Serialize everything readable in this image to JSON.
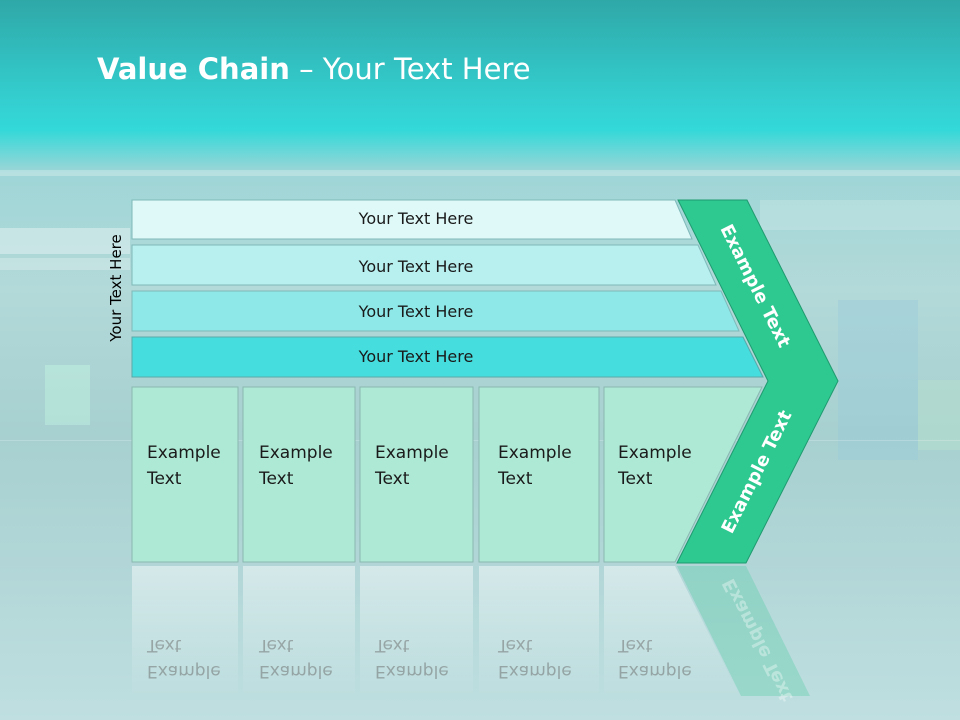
{
  "title": {
    "bold": "Value Chain",
    "rest": " – Your Text Here"
  },
  "side_label": "Your Text Here",
  "bars": [
    "Your Text Here",
    "Your Text Here",
    "Your Text Here",
    "Your Text Here"
  ],
  "boxes": [
    [
      "Example",
      "Text"
    ],
    [
      "Example",
      "Text"
    ],
    [
      "Example",
      "Text"
    ],
    [
      "Example",
      "Text"
    ],
    [
      "Example",
      "Text"
    ]
  ],
  "chevron": {
    "top": "Example Text",
    "bottom": "Example Text"
  },
  "colors": {
    "bar1": "#dff8f8",
    "bar2": "#b8efef",
    "bar3": "#8ee8e8",
    "bar4": "#45dddd",
    "box": "#aee9d6",
    "chevron": "#2dc990"
  }
}
